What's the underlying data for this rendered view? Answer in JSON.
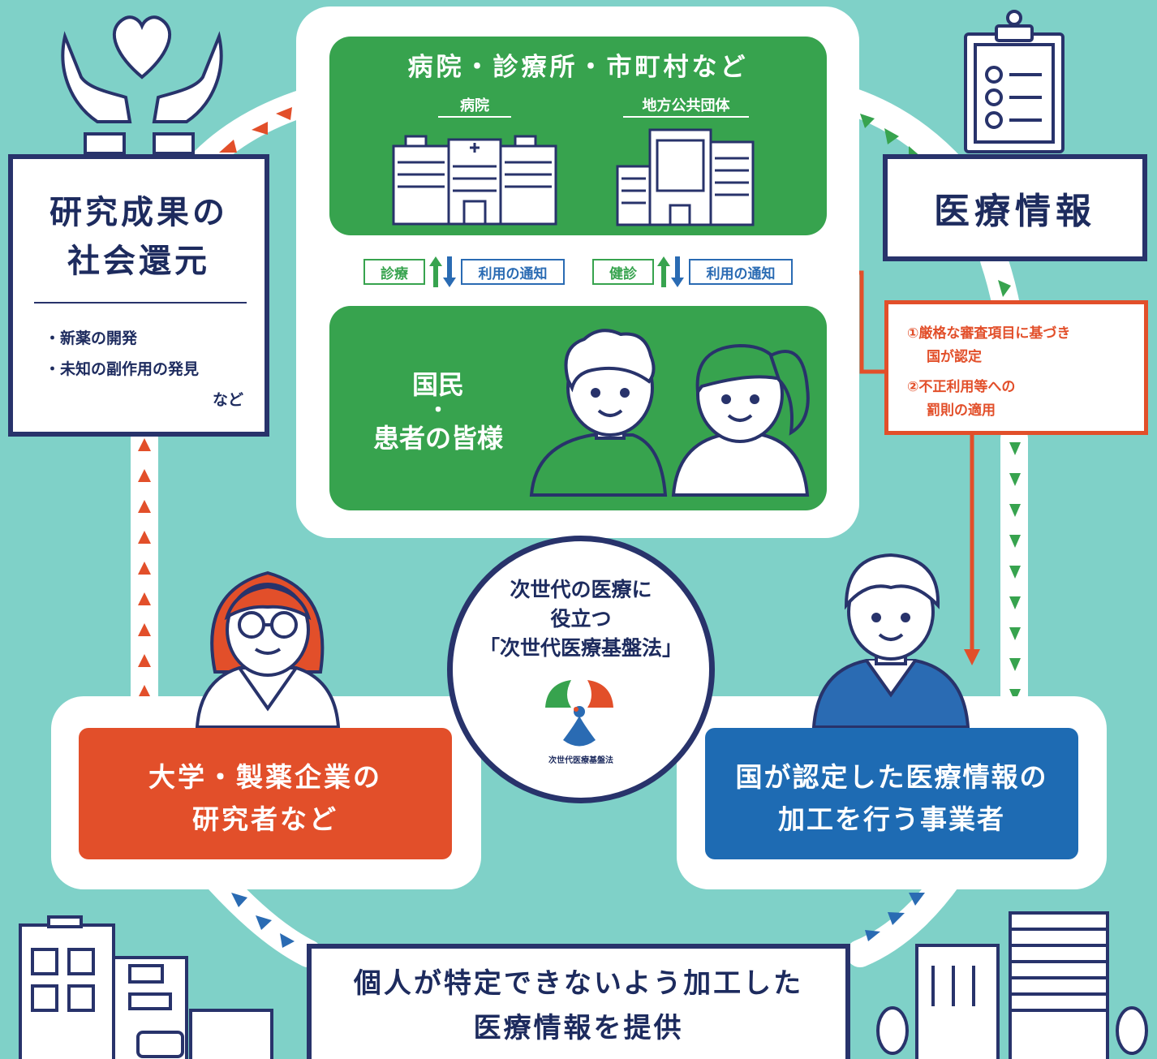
{
  "colors": {
    "background": "#7fd1c8",
    "green": "#37a34e",
    "navy": "#28336b",
    "orange": "#e24f2a",
    "blue": "#2a6bb3"
  },
  "top_panel": {
    "title": "病院・診療所・市町村など",
    "hospital_label": "病院",
    "government_label": "地方公共団体",
    "people_line1": "国民",
    "people_dot": "・",
    "people_line2": "患者の皆様"
  },
  "arrow_tags": {
    "left_up": "診療",
    "left_down": "利用の通知",
    "right_up": "健診",
    "right_down": "利用の通知"
  },
  "research_outcome": {
    "title_line1": "研究成果の",
    "title_line2": "社会還元",
    "bullets": [
      "・新薬の開発",
      "・未知の副作用の発見"
    ],
    "suffix": "など"
  },
  "medical_info": {
    "title": "医療情報"
  },
  "certification": {
    "item1_line1": "①厳格な審査項目に基づき",
    "item1_line2": "国が認定",
    "item2_line1": "②不正利用等への",
    "item2_line2": "罰則の適用"
  },
  "center_circle": {
    "line1": "次世代の医療に",
    "line2": "役立つ",
    "line3": "「次世代医療基盤法」",
    "logo_caption": "次世代医療基盤法"
  },
  "university": {
    "line1": "大学・製薬企業の",
    "line2": "研究者など"
  },
  "processor": {
    "line1": "国が認定した医療情報の",
    "line2": "加工を行う事業者"
  },
  "provision": {
    "line1": "個人が特定できないよう加工した",
    "line2": "医療情報を提供"
  },
  "icons": [
    "heart-hands-icon",
    "clipboard-checklist-icon",
    "hospital-building-icon",
    "office-building-icon",
    "person-icon",
    "researcher-icon",
    "worker-icon",
    "logo-icon",
    "city-icon"
  ]
}
